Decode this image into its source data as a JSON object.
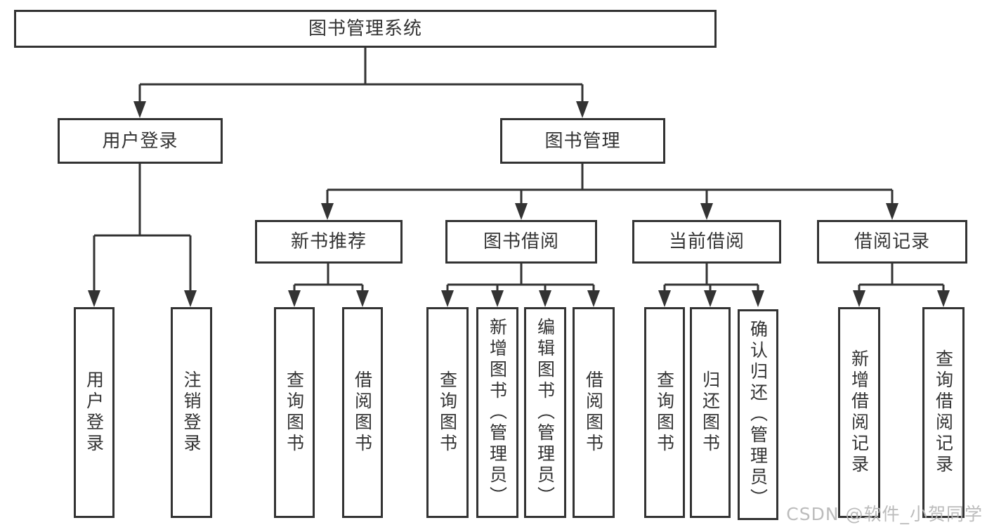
{
  "diagram": {
    "root": {
      "label": "图书管理系统"
    },
    "level2": [
      {
        "label": "用户登录"
      },
      {
        "label": "图书管理"
      }
    ],
    "level3": [
      {
        "label": "新书推荐"
      },
      {
        "label": "图书借阅"
      },
      {
        "label": "当前借阅"
      },
      {
        "label": "借阅记录"
      }
    ],
    "leaves": {
      "user_login": [
        {
          "label": "用户登录"
        },
        {
          "label": "注销登录"
        }
      ],
      "new_book_recommend": [
        {
          "label": "查询图书"
        },
        {
          "label": "借阅图书"
        }
      ],
      "book_borrow": [
        {
          "label": "查询图书"
        },
        {
          "label": "新增图书（管理员）"
        },
        {
          "label": "编辑图书（管理员）"
        },
        {
          "label": "借阅图书"
        }
      ],
      "current_borrow": [
        {
          "label": "查询图书"
        },
        {
          "label": "归还图书"
        },
        {
          "label": "确认归还（管理员）"
        }
      ],
      "borrow_records": [
        {
          "label": "新增借阅记录"
        },
        {
          "label": "查询借阅记录"
        }
      ]
    },
    "colors": {
      "line": "#333333",
      "box_border": "#333333",
      "text": "#333333",
      "watermark": "#b6b6b6"
    },
    "watermark": "CSDN @软件_小贺同学"
  }
}
